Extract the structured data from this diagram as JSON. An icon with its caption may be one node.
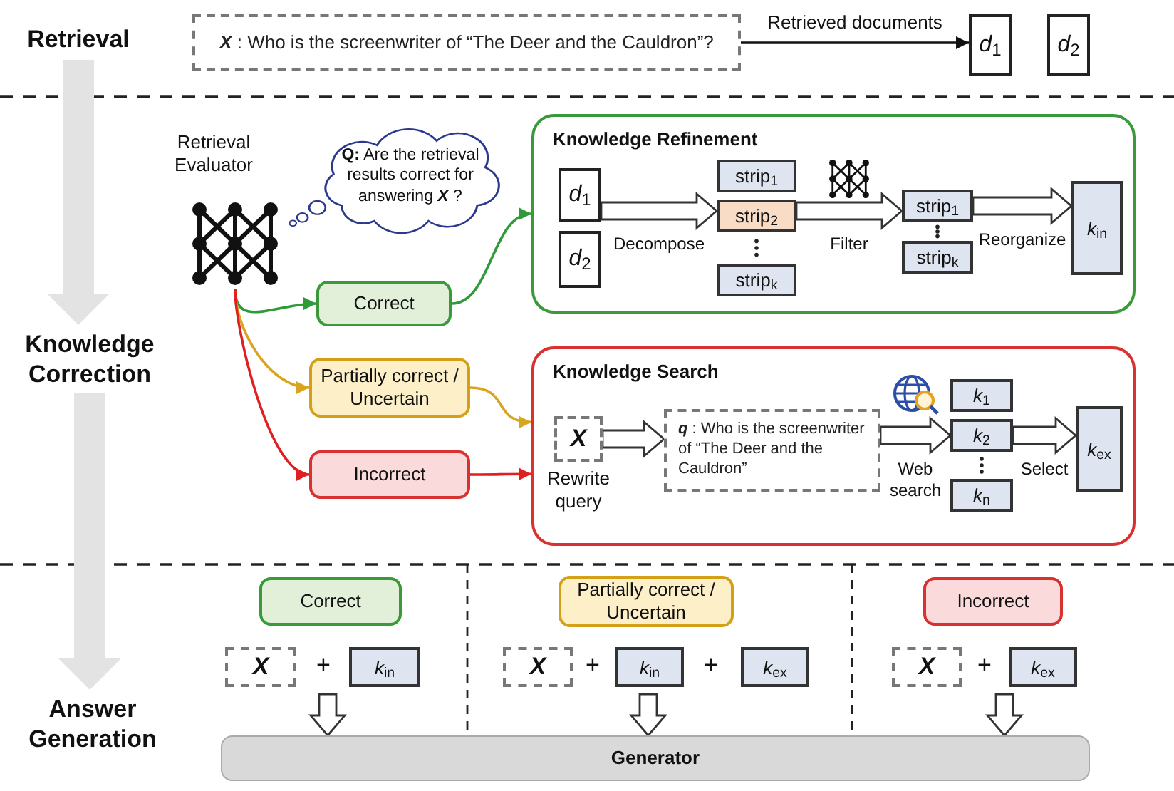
{
  "diagram": {
    "nodes": [
      {
        "text": [
          "Retrieval"
        ]
      },
      {
        "text": [
          "*X* : Who is the screenwriter of “The Deer and the Cauldron”?"
        ]
      },
      {
        "text": [
          "*d*$_{1}$"
        ]
      },
      {
        "text": [
          "*d*$_{2}$"
        ]
      },
      {
        "text": [
          "Retrieval Evaluator"
        ]
      },
      {
        "text": [
          "**Q:** Are the retrieval results correct for answering *X* ?"
        ]
      },
      {
        "text": [
          "Knowledge Refinement"
        ]
      },
      {
        "text": [
          "*d*$_{1}$"
        ],
        "in": 6
      },
      {
        "text": [
          "*d*$_{2}$"
        ],
        "in": 6
      },
      {
        "text": [
          "strip$_{1}$"
        ],
        "in": 6
      },
      {
        "text": [
          "strip$_{2}$"
        ],
        "in": 6
      },
      {
        "text": [
          "strip$_{k}$"
        ],
        "in": 6
      },
      {
        "text": [
          "strip$_{1}$"
        ],
        "in": 6
      },
      {
        "text": [
          "strip$_{k}$"
        ],
        "in": 6
      },
      {
        "text": [
          "*k*$_{in}$"
        ],
        "in": 6
      },
      {
        "text": [
          "Knowledge Correction"
        ]
      },
      {
        "text": [
          "Correct"
        ]
      },
      {
        "text": [
          "Partially correct / Uncertain"
        ]
      },
      {
        "text": [
          "Knowledge Search"
        ]
      },
      {
        "text": [
          "X"
        ],
        "in": 18,
        "beside": [
          "Rewrite query"
        ]
      },
      {
        "text": [
          "*q* : Who is the screenwriter of “The Deer and the Cauldron”"
        ],
        "in": 18
      },
      {
        "text": [
          "*k*$_{1}$"
        ],
        "in": 18
      },
      {
        "text": [
          "*k*$_{2}$"
        ],
        "in": 18
      },
      {
        "text": [
          "*k*$_{n}$"
        ],
        "in": 18
      },
      {
        "text": [
          "*k*$_{ex}$"
        ],
        "in": 18
      },
      {
        "text": [
          "Incorrect"
        ]
      },
      {
        "text": [
          "Answer Generation"
        ]
      },
      {
        "text": [
          "Correct"
        ]
      },
      {
        "text": [
          "Partially correct / Uncertain"
        ]
      },
      {
        "text": [
          "Incorrect"
        ]
      },
      {
        "text": [
          "X"
        ]
      },
      {
        "text": [
          "*k*$_{in}$"
        ]
      },
      {
        "text": [
          "X"
        ]
      },
      {
        "text": [
          "*k*$_{in}$"
        ]
      },
      {
        "text": [
          "*k*$_{ex}$"
        ]
      },
      {
        "text": [
          "X"
        ]
      },
      {
        "text": [
          "*k*$_{ex}$"
        ]
      },
      {
        "text": [
          "Generator"
        ]
      }
    ],
    "edges": [
      {
        "from": 1,
        "to": 2,
        "arrow": "to",
        "label": "Retrieved documents",
        "color": "#111111"
      },
      {
        "from": 0,
        "to": 15,
        "arrow": "to",
        "style": "thick",
        "color": "#e3e3e3"
      },
      {
        "from": 15,
        "to": 26,
        "arrow": "to",
        "style": "thick",
        "color": "#e3e3e3"
      },
      {
        "from": 4,
        "to": 16,
        "arrow": "to",
        "color": "#2e9a3a"
      },
      {
        "from": 4,
        "to": 17,
        "arrow": "to",
        "color": "#d9a520"
      },
      {
        "from": 4,
        "to": 25,
        "arrow": "to",
        "color": "#e02020"
      },
      {
        "from": 16,
        "to": 6,
        "arrow": "to",
        "color": "#2e9a3a"
      },
      {
        "from": 17,
        "to": 18,
        "arrow": "to",
        "color": "#d9a520"
      },
      {
        "from": 25,
        "to": 18,
        "arrow": "to",
        "color": "#e02020"
      },
      {
        "from": 7,
        "to": 10,
        "arrow": "to",
        "style": "thick",
        "label": "Decompose"
      },
      {
        "from": 10,
        "to": 12,
        "arrow": "to",
        "style": "thick",
        "label": "Filter"
      },
      {
        "from": 12,
        "to": 14,
        "arrow": "to",
        "style": "thick",
        "label": "Reorganize"
      },
      {
        "from": 19,
        "to": 20,
        "arrow": "to",
        "style": "thick"
      },
      {
        "from": 20,
        "to": 22,
        "arrow": "to",
        "style": "thick",
        "label": "Web search"
      },
      {
        "from": 22,
        "to": 24,
        "arrow": "to",
        "style": "thick",
        "label": "Select"
      },
      {
        "from": null,
        "to": 37,
        "arrow": "to",
        "style": "thick"
      },
      {
        "from": null,
        "to": 37,
        "arrow": "to",
        "style": "thick"
      },
      {
        "from": null,
        "to": 37,
        "arrow": "to",
        "style": "thick"
      }
    ],
    "labels": [
      "+",
      "+",
      "+",
      "+"
    ]
  }
}
